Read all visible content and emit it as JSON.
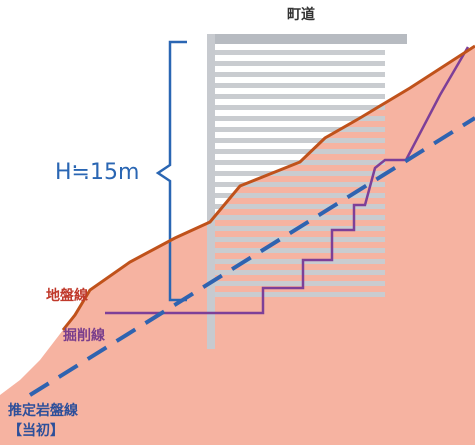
{
  "labels": {
    "road": "町道",
    "height": "H≒15m",
    "ground_line": "地盤線",
    "excavation_line": "掘削線",
    "bedrock_line_1": "推定岩盤線",
    "bedrock_line_2": "【当初】"
  },
  "colors": {
    "slope_fill": "#f6b3a1",
    "ground_line": "#c0521b",
    "excavation_line": "#7d3f98",
    "bedrock_line": "#2f63b0",
    "height_bracket": "#2a66b3",
    "wall": "#c9ccd0",
    "wall_panel": "#f1f2f3"
  }
}
